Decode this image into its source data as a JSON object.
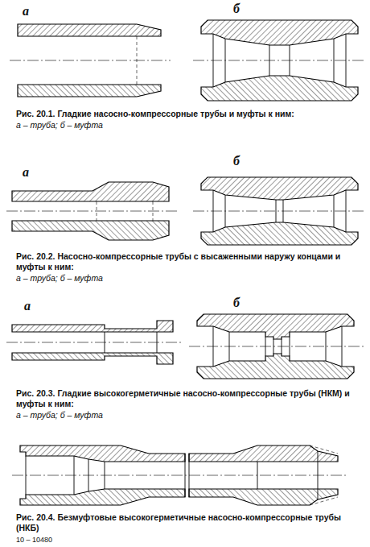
{
  "diagram": {
    "labels": [
      "а",
      "б",
      "Рис. 20.1. Гладкие насосно-компрессорные трубы и муфты к ним:",
      "а – труба; б – муфта",
      "б",
      "а",
      "Рис. 20.2. Насосно-компрессорные трубы с высаженными наружу концами и муфты к ним:",
      "а – труба; б – муфта",
      "а",
      "б",
      "Рис. 20.3. Гладкие высокогерметичные насосно-компрессорные трубы (НКМ) и муфты к ним:",
      "а – труба; б – муфта",
      "Рис. 20.4. Безмуфтовые высокогерметичные насосно-компрессорные трубы (НКБ)",
      "10 – 10480"
    ]
  }
}
